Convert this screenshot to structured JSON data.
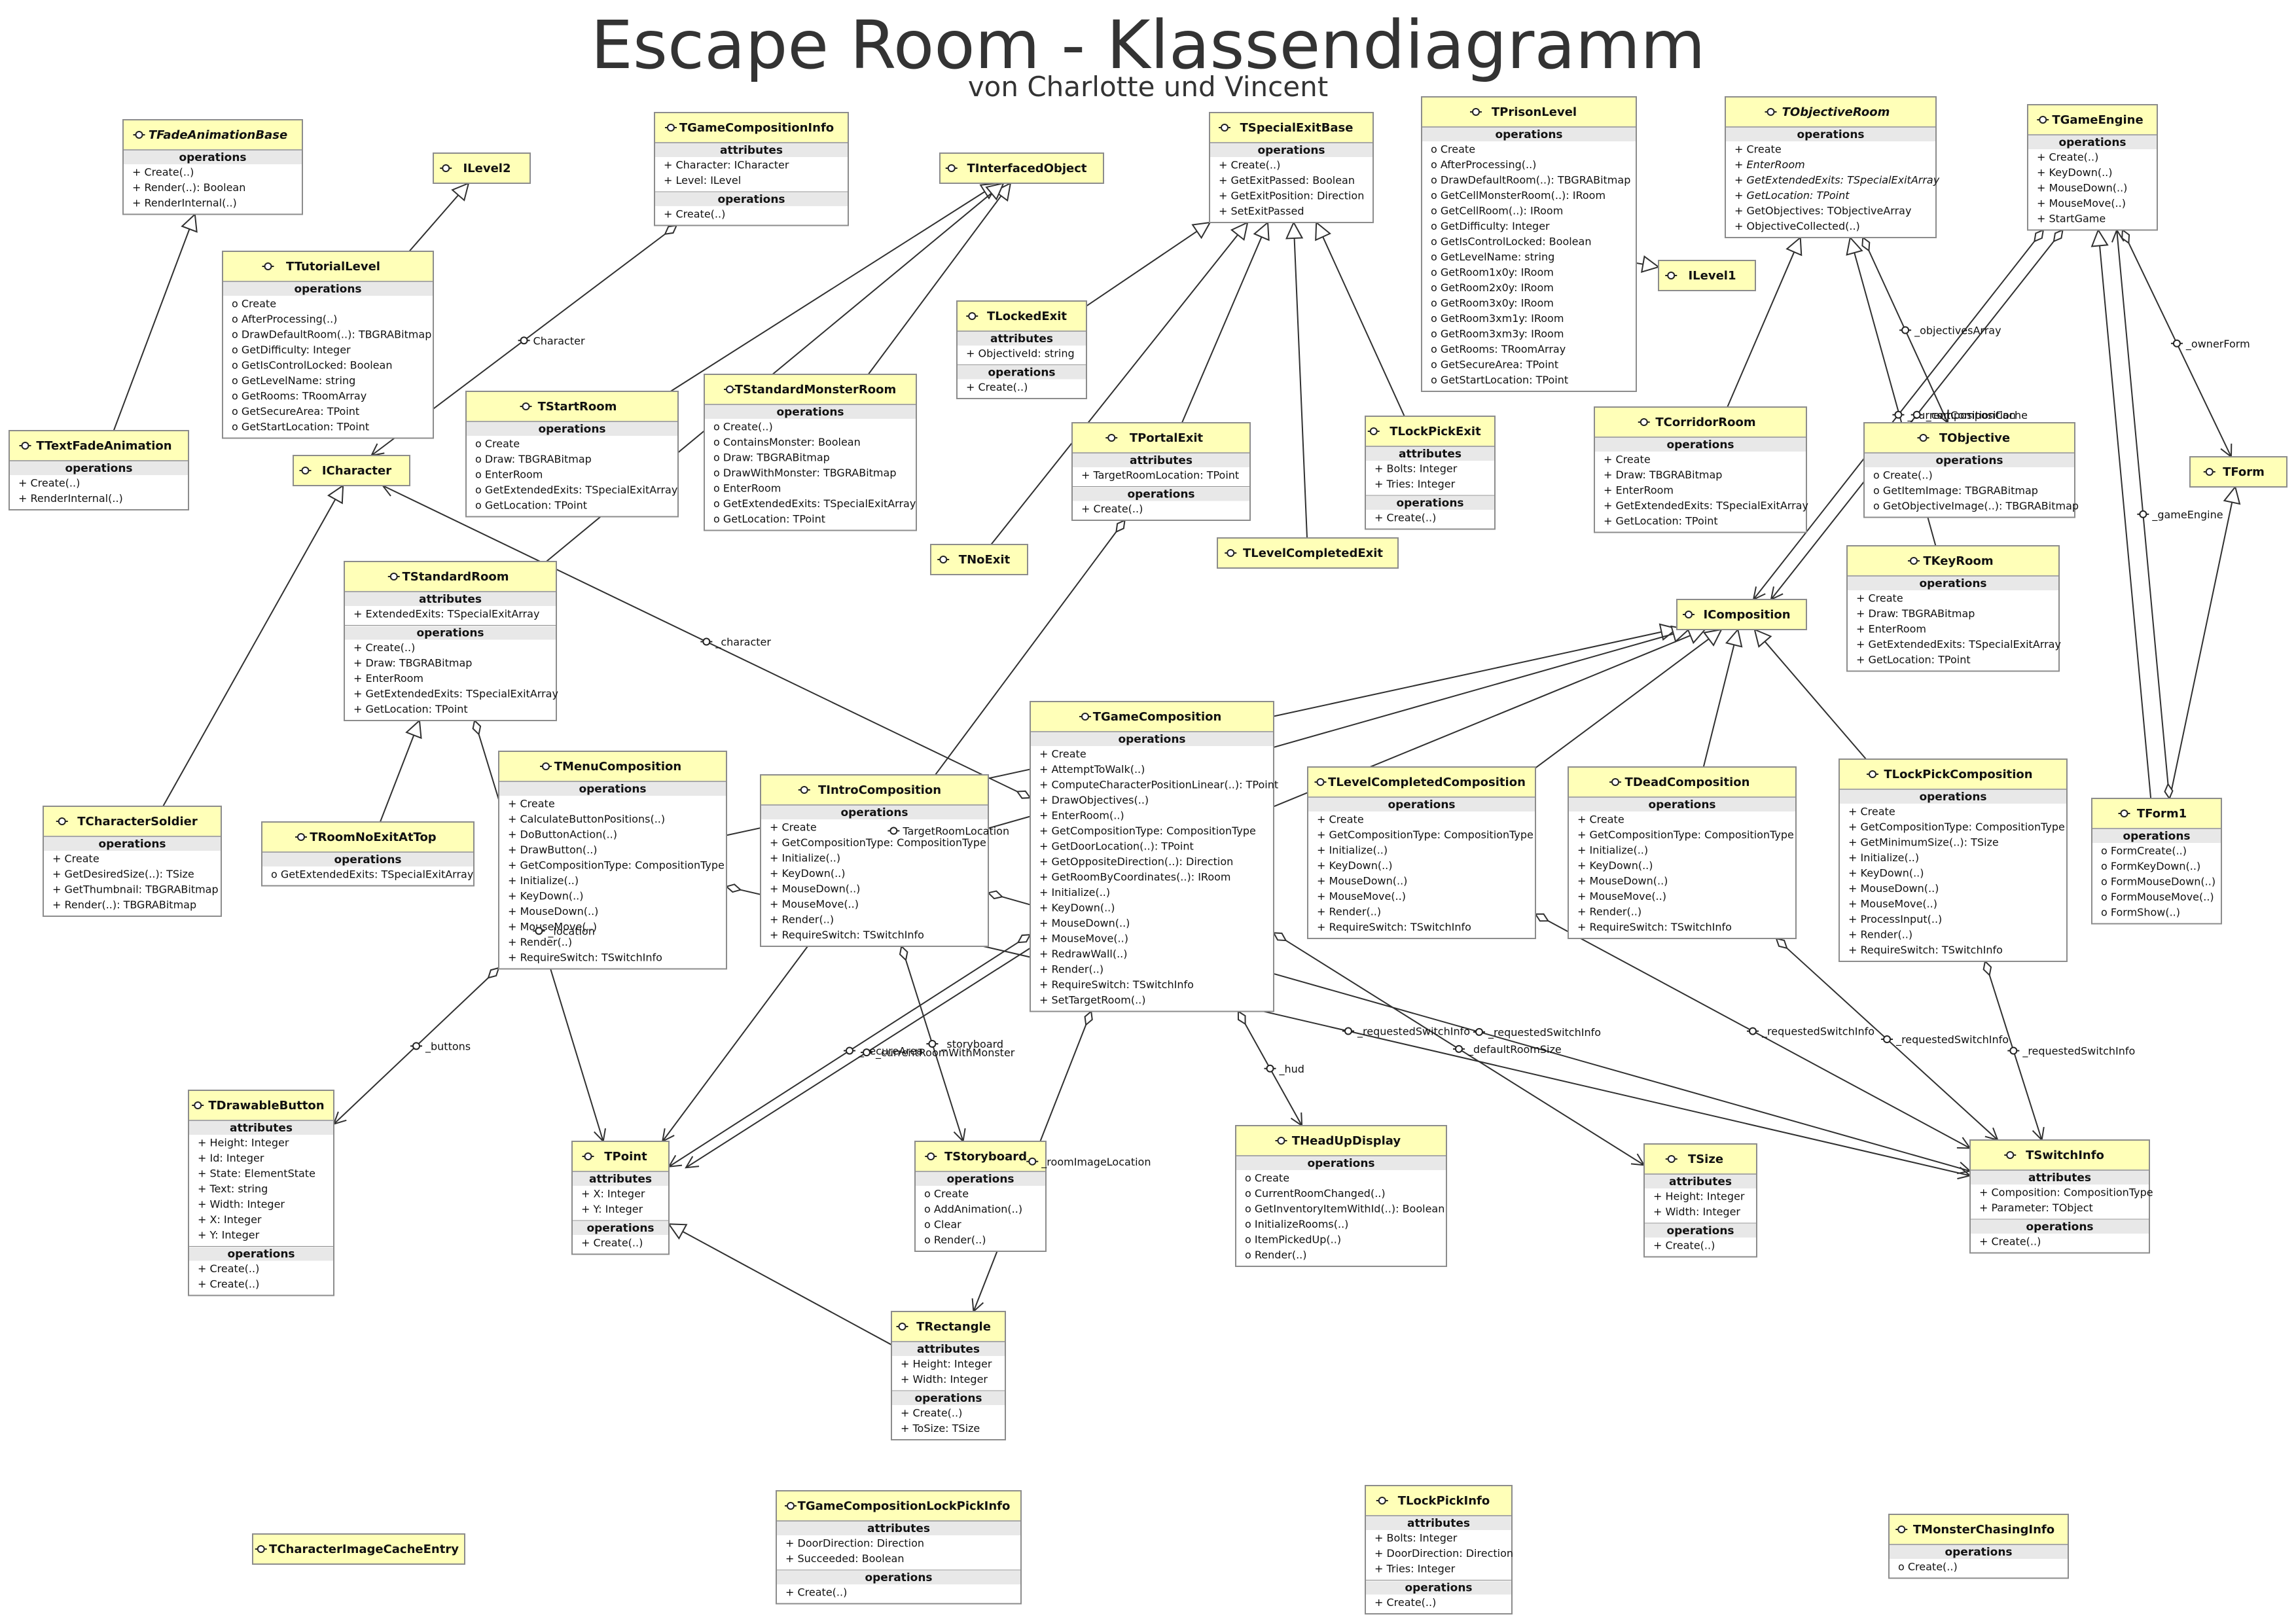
{
  "title": "Escape Room - Klassendiagramm",
  "subtitle": "von Charlotte und Vincent",
  "colors": {
    "header": "#ffffb8",
    "section": "#e8e8e8",
    "border": "#8c8c8c",
    "line": "#303030"
  },
  "classes": [
    {
      "id": "TFadeAnimationBase",
      "name": "TFadeAnimationBase",
      "italic": true,
      "ops": [
        "+ Create(..)",
        "+ Render(..): Boolean",
        "+ RenderInternal(..)"
      ]
    },
    {
      "id": "ILevel2",
      "name": "ILevel2"
    },
    {
      "id": "TGameCompositionInfo",
      "name": "TGameCompositionInfo",
      "attrs": [
        "+ Character: ICharacter",
        "+ Level: ILevel"
      ],
      "ops": [
        "+ Create(..)"
      ]
    },
    {
      "id": "TInterfacedObject",
      "name": "TInterfacedObject"
    },
    {
      "id": "TSpecialExitBase",
      "name": "TSpecialExitBase",
      "ops": [
        "+ Create(..)",
        "+ GetExitPassed: Boolean",
        "+ GetExitPosition: Direction",
        "+ SetExitPassed"
      ]
    },
    {
      "id": "TPrisonLevel",
      "name": "TPrisonLevel",
      "ops": [
        "o Create",
        "o AfterProcessing(..)",
        "o DrawDefaultRoom(..): TBGRABitmap",
        "o GetCellMonsterRoom(..): IRoom",
        "o GetCellRoom(..): IRoom",
        "o GetDifficulty: Integer",
        "o GetIsControlLocked: Boolean",
        "o GetLevelName: string",
        "o GetRoom1x0y: IRoom",
        "o GetRoom2x0y: IRoom",
        "o GetRoom3x0y: IRoom",
        "o GetRoom3xm1y: IRoom",
        "o GetRoom3xm3y: IRoom",
        "o GetRooms: TRoomArray",
        "o GetSecureArea: TPoint",
        "o GetStartLocation: TPoint"
      ]
    },
    {
      "id": "TObjectiveRoom",
      "name": "TObjectiveRoom",
      "italic": true,
      "ops": [
        "+ Create",
        "+ EnterRoom",
        "+ GetExtendedExits: TSpecialExitArray",
        "+ GetLocation: TPoint",
        "+ GetObjectives: TObjectiveArray",
        "+ ObjectiveCollected(..)"
      ],
      "italicOps": [
        1,
        2,
        3
      ]
    },
    {
      "id": "TGameEngine",
      "name": "TGameEngine",
      "ops": [
        "+ Create(..)",
        "+ KeyDown(..)",
        "+ MouseDown(..)",
        "+ MouseMove(..)",
        "+ StartGame"
      ]
    },
    {
      "id": "TTutorialLevel",
      "name": "TTutorialLevel",
      "ops": [
        "o Create",
        "o AfterProcessing(..)",
        "o DrawDefaultRoom(..): TBGRABitmap",
        "o GetDifficulty: Integer",
        "o GetIsControlLocked: Boolean",
        "o GetLevelName: string",
        "o GetRooms: TRoomArray",
        "o GetSecureArea: TPoint",
        "o GetStartLocation: TPoint"
      ]
    },
    {
      "id": "TLockedExit",
      "name": "TLockedExit",
      "attrs": [
        "+ ObjectiveId: string"
      ],
      "ops": [
        "+ Create(..)"
      ]
    },
    {
      "id": "ILevel1",
      "name": "ILevel1"
    },
    {
      "id": "TTextFadeAnimation",
      "name": "TTextFadeAnimation",
      "ops": [
        "+ Create(..)",
        "+ RenderInternal(..)"
      ]
    },
    {
      "id": "TStartRoom",
      "name": "TStartRoom",
      "ops": [
        "o Create",
        "o Draw: TBGRABitmap",
        "o EnterRoom",
        "o GetExtendedExits: TSpecialExitArray",
        "o GetLocation: TPoint"
      ]
    },
    {
      "id": "TStandardMonsterRoom",
      "name": "TStandardMonsterRoom",
      "ops": [
        "o Create(..)",
        "o ContainsMonster: Boolean",
        "o Draw: TBGRABitmap",
        "o DrawWithMonster: TBGRABitmap",
        "o EnterRoom",
        "o GetExtendedExits: TSpecialExitArray",
        "o GetLocation: TPoint"
      ]
    },
    {
      "id": "TCorridorRoom",
      "name": "TCorridorRoom",
      "ops": [
        "+ Create",
        "+ Draw: TBGRABitmap",
        "+ EnterRoom",
        "+ GetExtendedExits: TSpecialExitArray",
        "+ GetLocation: TPoint"
      ]
    },
    {
      "id": "TLockPickExit",
      "name": "TLockPickExit",
      "attrs": [
        "+ Bolts: Integer",
        "+ Tries: Integer"
      ],
      "ops": [
        "+ Create(..)"
      ]
    },
    {
      "id": "TPortalExit",
      "name": "TPortalExit",
      "attrs": [
        "+ TargetRoomLocation: TPoint"
      ],
      "ops": [
        "+ Create(..)"
      ]
    },
    {
      "id": "TObjective",
      "name": "TObjective",
      "ops": [
        "o Create(..)",
        "o GetItemImage: TBGRABitmap",
        "o GetObjectiveImage(..): TBGRABitmap"
      ]
    },
    {
      "id": "TForm",
      "name": "TForm"
    },
    {
      "id": "ICharacter",
      "name": "ICharacter"
    },
    {
      "id": "TNoExit",
      "name": "TNoExit"
    },
    {
      "id": "TLevelCompletedExit",
      "name": "TLevelCompletedExit"
    },
    {
      "id": "TKeyRoom",
      "name": "TKeyRoom",
      "ops": [
        "+ Create",
        "+ Draw: TBGRABitmap",
        "+ EnterRoom",
        "+ GetExtendedExits: TSpecialExitArray",
        "+ GetLocation: TPoint"
      ]
    },
    {
      "id": "TStandardRoom",
      "name": "TStandardRoom",
      "attrs": [
        "+ ExtendedExits: TSpecialExitArray"
      ],
      "ops": [
        "+ Create(..)",
        "+ Draw: TBGRABitmap",
        "+ EnterRoom",
        "+ GetExtendedExits: TSpecialExitArray",
        "+ GetLocation: TPoint"
      ]
    },
    {
      "id": "IComposition",
      "name": "IComposition"
    },
    {
      "id": "TGameComposition",
      "name": "TGameComposition",
      "ops": [
        "+ Create",
        "+ AttemptToWalk(..)",
        "+ ComputeCharacterPositionLinear(..): TPoint",
        "+ DrawObjectives(..)",
        "+ EnterRoom(..)",
        "+ GetCompositionType: CompositionType",
        "+ GetDoorLocation(..): TPoint",
        "+ GetOppositeDirection(..): Direction",
        "+ GetRoomByCoordinates(..): IRoom",
        "+ Initialize(..)",
        "+ KeyDown(..)",
        "+ MouseDown(..)",
        "+ MouseMove(..)",
        "+ RedrawWall(..)",
        "+ Render(..)",
        "+ RequireSwitch: TSwitchInfo",
        "+ SetTargetRoom(..)"
      ]
    },
    {
      "id": "TMenuComposition",
      "name": "TMenuComposition",
      "ops": [
        "+ Create",
        "+ CalculateButtonPositions(..)",
        "+ DoButtonAction(..)",
        "+ DrawButton(..)",
        "+ GetCompositionType: CompositionType",
        "+ Initialize(..)",
        "+ KeyDown(..)",
        "+ MouseDown(..)",
        "+ MouseMove(..)",
        "+ Render(..)",
        "+ RequireSwitch: TSwitchInfo"
      ]
    },
    {
      "id": "TIntroComposition",
      "name": "TIntroComposition",
      "ops": [
        "+ Create",
        "+ GetCompositionType: CompositionType",
        "+ Initialize(..)",
        "+ KeyDown(..)",
        "+ MouseDown(..)",
        "+ MouseMove(..)",
        "+ Render(..)",
        "+ RequireSwitch: TSwitchInfo"
      ]
    },
    {
      "id": "TLevelCompletedComposition",
      "name": "TLevelCompletedComposition",
      "ops": [
        "+ Create",
        "+ GetCompositionType: CompositionType",
        "+ Initialize(..)",
        "+ KeyDown(..)",
        "+ MouseDown(..)",
        "+ MouseMove(..)",
        "+ Render(..)",
        "+ RequireSwitch: TSwitchInfo"
      ]
    },
    {
      "id": "TDeadComposition",
      "name": "TDeadComposition",
      "ops": [
        "+ Create",
        "+ GetCompositionType: CompositionType",
        "+ Initialize(..)",
        "+ KeyDown(..)",
        "+ MouseDown(..)",
        "+ MouseMove(..)",
        "+ Render(..)",
        "+ RequireSwitch: TSwitchInfo"
      ]
    },
    {
      "id": "TLockPickComposition",
      "name": "TLockPickComposition",
      "ops": [
        "+ Create",
        "+ GetCompositionType: CompositionType",
        "+ GetMinimumSize(..): TSize",
        "+ Initialize(..)",
        "+ KeyDown(..)",
        "+ MouseDown(..)",
        "+ MouseMove(..)",
        "+ ProcessInput(..)",
        "+ Render(..)",
        "+ RequireSwitch: TSwitchInfo"
      ]
    },
    {
      "id": "TForm1",
      "name": "TForm1",
      "ops": [
        "o FormCreate(..)",
        "o FormKeyDown(..)",
        "o FormMouseDown(..)",
        "o FormMouseMove(..)",
        "o FormShow(..)"
      ]
    },
    {
      "id": "TCharacterSoldier",
      "name": "TCharacterSoldier",
      "ops": [
        "+ Create",
        "+ GetDesiredSize(..): TSize",
        "+ GetThumbnail: TBGRABitmap",
        "+ Render(..): TBGRABitmap"
      ]
    },
    {
      "id": "TRoomNoExitAtTop",
      "name": "TRoomNoExitAtTop",
      "ops": [
        "o GetExtendedExits: TSpecialExitArray"
      ]
    },
    {
      "id": "TDrawableButton",
      "name": "TDrawableButton",
      "attrs": [
        "+ Height: Integer",
        "+ Id: Integer",
        "+ State: ElementState",
        "+ Text: string",
        "+ Width: Integer",
        "+ X: Integer",
        "+ Y: Integer"
      ],
      "ops": [
        "+ Create(..)",
        "+ Create(..)"
      ]
    },
    {
      "id": "TPoint",
      "name": "TPoint",
      "attrs": [
        "+ X: Integer",
        "+ Y: Integer"
      ],
      "ops": [
        "+ Create(..)"
      ]
    },
    {
      "id": "TStoryboard",
      "name": "TStoryboard",
      "ops": [
        "o Create",
        "o AddAnimation(..)",
        "o Clear",
        "o Render(..)"
      ]
    },
    {
      "id": "THeadUpDisplay",
      "name": "THeadUpDisplay",
      "ops": [
        "o Create",
        "o CurrentRoomChanged(..)",
        "o GetInventoryItemWithId(..): Boolean",
        "o InitializeRooms(..)",
        "o ItemPickedUp(..)",
        "o Render(..)"
      ]
    },
    {
      "id": "TSize",
      "name": "TSize",
      "attrs": [
        "+ Height: Integer",
        "+ Width: Integer"
      ],
      "ops": [
        "+ Create(..)"
      ]
    },
    {
      "id": "TSwitchInfo",
      "name": "TSwitchInfo",
      "attrs": [
        "+ Composition: CompositionType",
        "+ Parameter: TObject"
      ],
      "ops": [
        "+ Create(..)"
      ]
    },
    {
      "id": "TRectangle",
      "name": "TRectangle",
      "attrs": [
        "+ Height: Integer",
        "+ Width: Integer"
      ],
      "ops": [
        "+ Create(..)",
        "+ ToSize: TSize"
      ]
    },
    {
      "id": "TCharacterImageCacheEntry",
      "name": "TCharacterImageCacheEntry"
    },
    {
      "id": "TGameCompositionLockPickInfo",
      "name": "TGameCompositionLockPickInfo",
      "attrs": [
        "+ DoorDirection: Direction",
        "+ Succeeded: Boolean"
      ],
      "ops": [
        "+ Create(..)"
      ]
    },
    {
      "id": "TLockPickInfo",
      "name": "TLockPickInfo",
      "attrs": [
        "+ Bolts: Integer",
        "+ DoorDirection: Direction",
        "+ Tries: Integer"
      ],
      "ops": [
        "+ Create(..)"
      ]
    },
    {
      "id": "TMonsterChasingInfo",
      "name": "TMonsterChasingInfo",
      "ops": [
        "o Create(..)"
      ]
    }
  ],
  "relations": [
    {
      "from": "TTextFadeAnimation",
      "to": "TFadeAnimationBase",
      "kind": "inherit"
    },
    {
      "from": "TTutorialLevel",
      "to": "ILevel2",
      "kind": "inherit"
    },
    {
      "from": "TStartRoom",
      "to": "TInterfacedObject",
      "kind": "inherit"
    },
    {
      "from": "TStandardMonsterRoom",
      "to": "TInterfacedObject",
      "kind": "inherit"
    },
    {
      "from": "TStandardRoom",
      "to": "TInterfacedObject",
      "kind": "inherit"
    },
    {
      "from": "TLockedExit",
      "to": "TSpecialExitBase",
      "kind": "inherit"
    },
    {
      "from": "TNoExit",
      "to": "TSpecialExitBase",
      "kind": "inherit"
    },
    {
      "from": "TPortalExit",
      "to": "TSpecialExitBase",
      "kind": "inherit"
    },
    {
      "from": "TLevelCompletedExit",
      "to": "TSpecialExitBase",
      "kind": "inherit"
    },
    {
      "from": "TLockPickExit",
      "to": "TSpecialExitBase",
      "kind": "inherit"
    },
    {
      "from": "TPrisonLevel",
      "to": "ILevel1",
      "kind": "inherit"
    },
    {
      "from": "TCorridorRoom",
      "to": "TObjectiveRoom",
      "kind": "inherit"
    },
    {
      "from": "TKeyRoom",
      "to": "TObjectiveRoom",
      "kind": "inherit"
    },
    {
      "from": "TForm1",
      "to": "TForm",
      "kind": "inherit"
    },
    {
      "from": "TForm1",
      "to": "TGameEngine",
      "kind": "inherit"
    },
    {
      "from": "TCharacterSoldier",
      "to": "ICharacter",
      "kind": "inherit"
    },
    {
      "from": "TRoomNoExitAtTop",
      "to": "TStandardRoom",
      "kind": "inherit"
    },
    {
      "from": "TGameComposition",
      "to": "IComposition",
      "kind": "inherit"
    },
    {
      "from": "TMenuComposition",
      "to": "IComposition",
      "kind": "inherit"
    },
    {
      "from": "TIntroComposition",
      "to": "IComposition",
      "kind": "inherit"
    },
    {
      "from": "TLevelCompletedComposition",
      "to": "IComposition",
      "kind": "inherit"
    },
    {
      "from": "TDeadComposition",
      "to": "IComposition",
      "kind": "inherit"
    },
    {
      "from": "TLockPickComposition",
      "to": "IComposition",
      "kind": "inherit"
    },
    {
      "from": "TRectangle",
      "to": "TPoint",
      "kind": "inherit"
    },
    {
      "from": "TGameCompositionInfo",
      "to": "ICharacter",
      "kind": "assoc",
      "label": "Character"
    },
    {
      "from": "TGameComposition",
      "to": "ICharacter",
      "kind": "assoc",
      "label": "_character"
    },
    {
      "from": "TObjectiveRoom",
      "to": "TObjective",
      "kind": "assoc",
      "label": "_objectivesArray"
    },
    {
      "from": "TGameEngine",
      "to": "IComposition",
      "kind": "assoc",
      "label": "_currentComposition"
    },
    {
      "from": "TGameEngine",
      "to": "IComposition",
      "kind": "assoc",
      "label": "_compositionCache"
    },
    {
      "from": "TGameEngine",
      "to": "TForm",
      "kind": "assoc",
      "label": "_ownerForm"
    },
    {
      "from": "TForm1",
      "to": "TGameEngine",
      "kind": "assoc",
      "label": "_gameEngine"
    },
    {
      "from": "TMenuComposition",
      "to": "TDrawableButton",
      "kind": "assoc",
      "label": "_buttons"
    },
    {
      "from": "TStandardRoom",
      "to": "TPoint",
      "kind": "assoc",
      "label": "_location"
    },
    {
      "from": "TPortalExit",
      "to": "TPoint",
      "kind": "assoc",
      "label": "TargetRoomLocation"
    },
    {
      "from": "TGameComposition",
      "to": "TPoint",
      "kind": "assoc",
      "label": "_secureArea"
    },
    {
      "from": "TGameComposition",
      "to": "TPoint",
      "kind": "assoc",
      "label": "_currentRoomWithMonster"
    },
    {
      "from": "TIntroComposition",
      "to": "TStoryboard",
      "kind": "assoc",
      "label": "_storyboard"
    },
    {
      "from": "TGameComposition",
      "to": "TRectangle",
      "kind": "assoc",
      "label": "_roomImageLocation"
    },
    {
      "from": "TGameComposition",
      "to": "THeadUpDisplay",
      "kind": "assoc",
      "label": "_hud"
    },
    {
      "from": "TGameComposition",
      "to": "TSize",
      "kind": "assoc",
      "label": "_defaultRoomSize"
    },
    {
      "from": "TMenuComposition",
      "to": "TSwitchInfo",
      "kind": "assoc",
      "label": "_requestedSwitchInfo"
    },
    {
      "from": "TIntroComposition",
      "to": "TSwitchInfo",
      "kind": "assoc",
      "label": "_requestedSwitchInfo"
    },
    {
      "from": "TLevelCompletedComposition",
      "to": "TSwitchInfo",
      "kind": "assoc",
      "label": "_requestedSwitchInfo"
    },
    {
      "from": "TDeadComposition",
      "to": "TSwitchInfo",
      "kind": "assoc",
      "label": "_requestedSwitchInfo"
    },
    {
      "from": "TLockPickComposition",
      "to": "TSwitchInfo",
      "kind": "assoc",
      "label": "_requestedSwitchInfo"
    }
  ]
}
